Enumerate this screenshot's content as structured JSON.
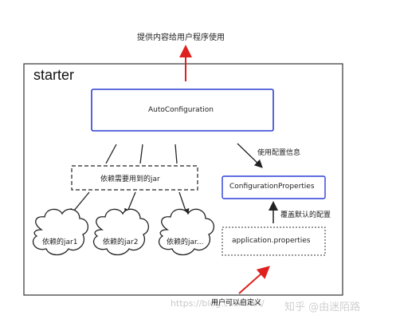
{
  "top_text": "提供内容给用户程序使用",
  "container_label": "starter",
  "autoconfig_label": "AutoConfiguration",
  "use_config_info": "使用配置信息",
  "dependency_box": "依赖需要用到的jar",
  "config_props_label": "ConfigurationProperties",
  "override_defaults": "覆盖默认的配置",
  "app_props_label": "application.properties",
  "clouds": [
    "依赖的jar1",
    "依赖的jar2",
    "依赖的jar..."
  ],
  "user_customize": "用户可以自定义",
  "watermark_left": "https://blog.csdn.net/",
  "watermark_right": "知乎 @由迷陌路",
  "colors": {
    "accent_blue": "#2b3fd6",
    "red": "#e02020",
    "line": "#333333"
  }
}
